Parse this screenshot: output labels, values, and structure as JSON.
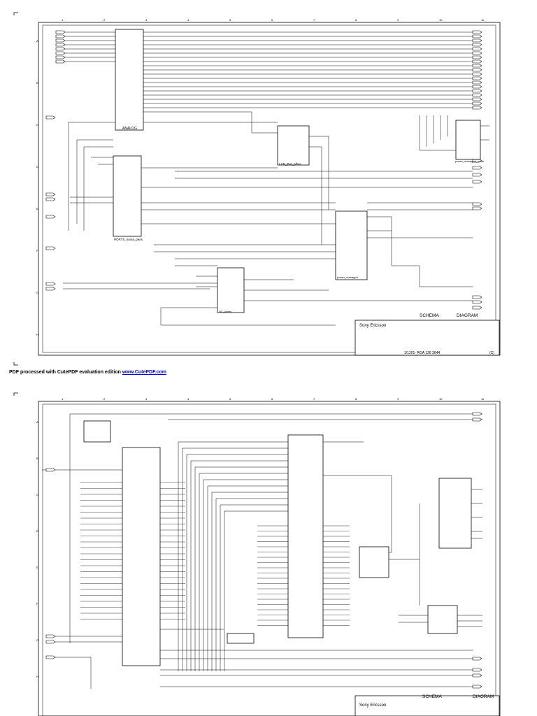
{
  "notice": {
    "prefix": "PDF processed with CutePDF evaluation edition ",
    "link": "www.CutePDF.com"
  },
  "grid": {
    "columns": [
      "1",
      "2",
      "3",
      "4",
      "5",
      "6",
      "7",
      "8",
      "9",
      "10",
      "11"
    ],
    "rows": [
      "A",
      "B",
      "C",
      "D",
      "E",
      "F",
      "G",
      "H"
    ]
  },
  "sheet1": {
    "blocks": {
      "analog": "ANALOG",
      "ports": "PORTS_suma_pwrs",
      "oled": "LCD_Bus_Vfoo",
      "pmu_top": "power_managmt_uorto",
      "pmu_mid": "power_managmt",
      "clk": "DC_Intern"
    },
    "title_block": {
      "company": "Sony Ericsson",
      "schema": "SCHEMA",
      "diagram": "DIAGRAM",
      "doc_no": "1/1201- ROA 128 3644",
      "rev": "(C)"
    }
  },
  "sheet2": {
    "title_block": {
      "company": "Sony Ericsson",
      "schema": "SCHEMA",
      "diagram": "DIAGRAM"
    }
  }
}
